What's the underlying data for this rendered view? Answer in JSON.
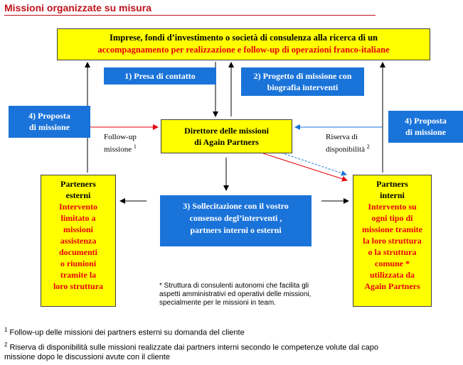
{
  "title": "Missioni organizzate su misura",
  "top_box": {
    "line1": "Imprese, fondi d’investimento o società di consulenza alla ricerca di un",
    "line2": "accompagnamento per realizzazione e follow-up di operazioni franco-italiane"
  },
  "step1": "1) Presa di contatto",
  "step2": {
    "line1": "2) Progetto di missione con",
    "line2": "biografia interventi"
  },
  "step3": {
    "line1": "3) Sollecitazione con il vostro",
    "line2": "consenso degl’interventi ,",
    "line3": "partners interni o esterni"
  },
  "step4_left": {
    "line1": "4) Proposta",
    "line2": "di missione"
  },
  "step4_right": {
    "line1": "4) Proposta",
    "line2": "di missione"
  },
  "director": {
    "line1": "Direttore delle missioni",
    "line2": "di Again Partners"
  },
  "followup_label": {
    "line1": "Follow-up",
    "line2": "missione",
    "sup": "1"
  },
  "reserve_label": {
    "line1": "Riserva di",
    "line2": "disponibilità",
    "sup": "2"
  },
  "left_box": {
    "heading": [
      "Parteners",
      "esterni"
    ],
    "body": [
      "Intervento",
      "limitato a",
      "missioni",
      "assistenza",
      "documenti",
      "o riunioni",
      "tramite la",
      "loro struttura"
    ]
  },
  "right_box": {
    "heading": [
      "Partners",
      "interni"
    ],
    "body": [
      "Intervento su",
      "ogni tipo di",
      "missione tramite",
      "la loro struttura",
      "o la struttura",
      "comune *",
      "utilizzata da",
      "Again Partners"
    ]
  },
  "note": {
    "line1": "* Struttura di consulenti autonomi che facilita gli",
    "line2": "aspetti amministrativi ed operativi delle missioni,",
    "line3": "specialmente per le missioni in team."
  },
  "footnotes": {
    "f1_sup": "1",
    "f1": "Follow-up delle missioni dei partners esterni su domanda del cliente",
    "f2_sup": "2",
    "f2_line1": "Riserva di disponibilità sulle missioni realizzate dai partners interni  secondo le competenze volute dal capo",
    "f2_line2": "missione dopo le discussioni avute con il cliente"
  },
  "colors": {
    "title_red": "#c0121b",
    "box_yellow": "#ffff00",
    "box_blue": "#1a73d9",
    "text_red": "#e8000c"
  }
}
